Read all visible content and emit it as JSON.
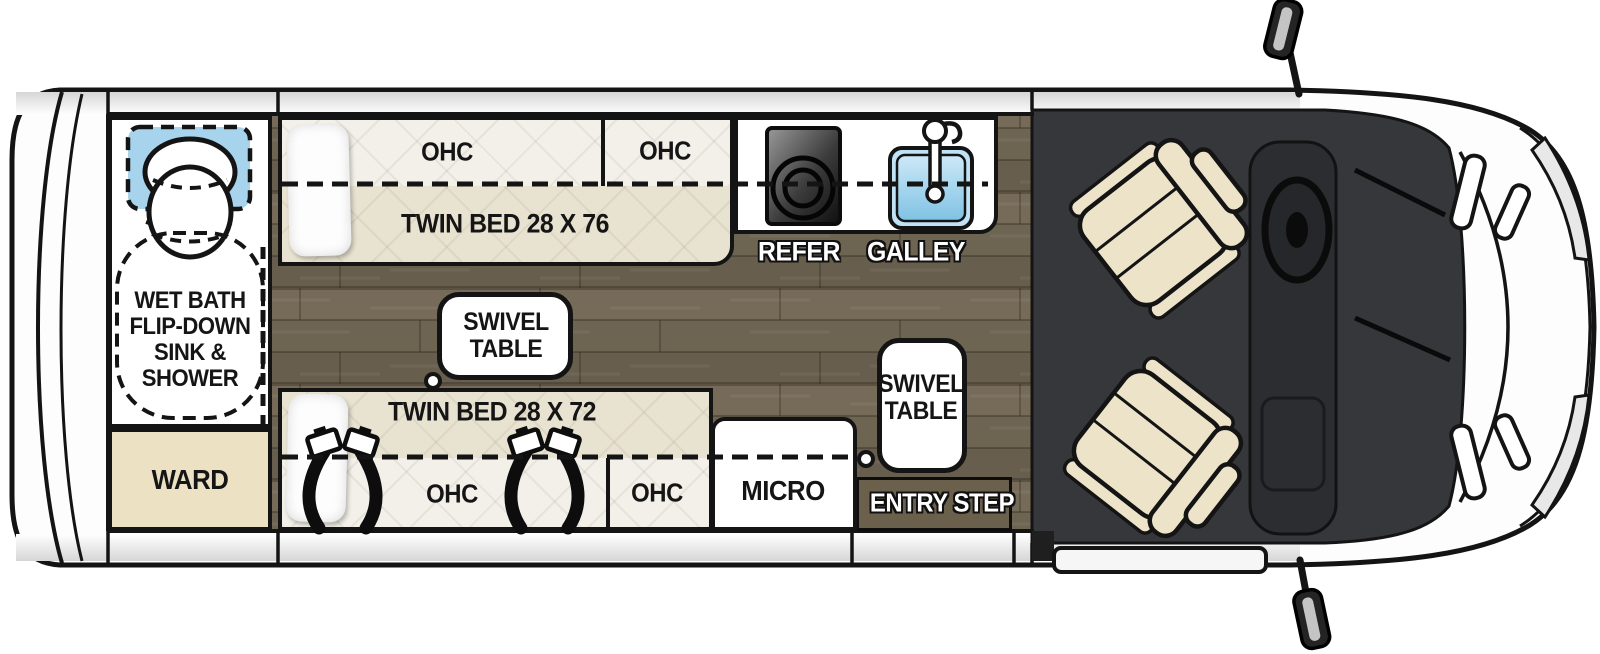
{
  "title": "Camper van floor plan (top view)",
  "labels": {
    "ohc": "OHC",
    "bed_top": "TWIN BED 28 X 76",
    "bed_bottom": "TWIN BED 28 X 72",
    "swivel_table": [
      "SWIVEL",
      "TABLE"
    ],
    "wet_bath": [
      "WET BATH",
      "FLIP-DOWN",
      "SINK &",
      "SHOWER"
    ],
    "ward": "WARD",
    "refer": "REFER",
    "galley": "GALLEY",
    "micro": "MICRO",
    "entry_step": "ENTRY STEP"
  },
  "icons": {
    "toilet": "toilet-icon",
    "flip_down_sink": "flip-down-sink-icon",
    "shower": "shower-outline",
    "refrigerator": "refrigerator-icon",
    "galley_sink": "galley-sink-icon",
    "seatbelts": "seatbelt-icon",
    "table_pivot": "table-pivot-icon",
    "swivel_seat": "swivel-seat-icon",
    "side_mirror": "side-mirror-icon"
  },
  "colors": {
    "outline": "#141414",
    "floor_wood": "#6e6452",
    "cab_floor": "#36373b",
    "mattress": "#e8e2d1",
    "ohc_cabinet": "#f3f0e9",
    "ward": "#ece1c3",
    "sink_blue": "#a7d4ec",
    "seat_cream": "#ece3c9",
    "entry_step": "#6a604b"
  }
}
